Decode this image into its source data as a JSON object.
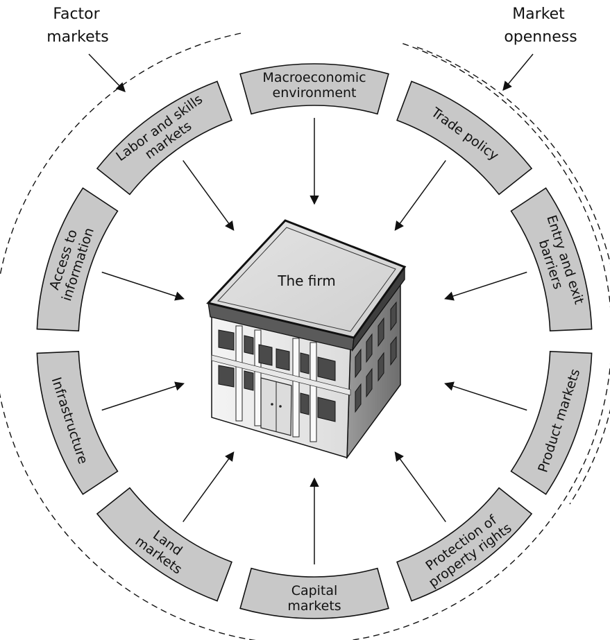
{
  "corner_labels": {
    "left": [
      "Factor",
      "markets"
    ],
    "right": [
      "Market",
      "openness"
    ]
  },
  "center_label": "The firm",
  "segments": [
    {
      "key": "macroeconomic",
      "lines": [
        "Macroeconomic",
        "environment"
      ]
    },
    {
      "key": "trade-policy",
      "lines": [
        "Trade policy"
      ]
    },
    {
      "key": "entry-exit",
      "lines": [
        "Entry and exit",
        "barriers"
      ]
    },
    {
      "key": "product-markets",
      "lines": [
        "Product markets"
      ]
    },
    {
      "key": "property-rights",
      "lines": [
        "Protection of",
        "property rights"
      ]
    },
    {
      "key": "capital-markets",
      "lines": [
        "Capital",
        "markets"
      ]
    },
    {
      "key": "land-markets",
      "lines": [
        "Land",
        "markets"
      ]
    },
    {
      "key": "infrastructure",
      "lines": [
        "Infrastructure"
      ]
    },
    {
      "key": "access-information",
      "lines": [
        "Access to",
        "information"
      ]
    },
    {
      "key": "labor-skills",
      "lines": [
        "Labor and skills",
        "markets"
      ]
    }
  ]
}
